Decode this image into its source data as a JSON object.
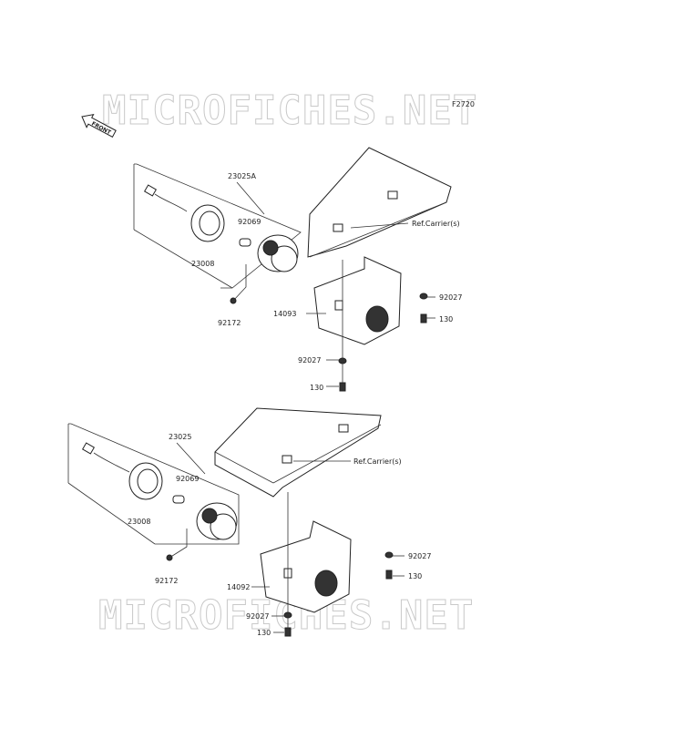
{
  "watermark": {
    "top": "MICROFICHES.NET",
    "bottom": "MICROFICHES.NET"
  },
  "diagram_code": "F2720",
  "front_label": "FRONT",
  "upper": {
    "assembly": "23025A",
    "socket": "23008",
    "bulb": "92069",
    "screw_small": "92172",
    "bracket": "14093",
    "washer_right": "92027",
    "bolt_right": "130",
    "washer_bottom": "92027",
    "bolt_bottom": "130",
    "ref": "Ref.Carrier(s)"
  },
  "lower": {
    "assembly": "23025",
    "socket": "23008",
    "bulb": "92069",
    "screw_small": "92172",
    "bracket": "14092",
    "washer_right": "92027",
    "bolt_right": "130",
    "washer_bottom": "92027",
    "bolt_bottom": "130",
    "ref": "Ref.Carrier(s)"
  }
}
